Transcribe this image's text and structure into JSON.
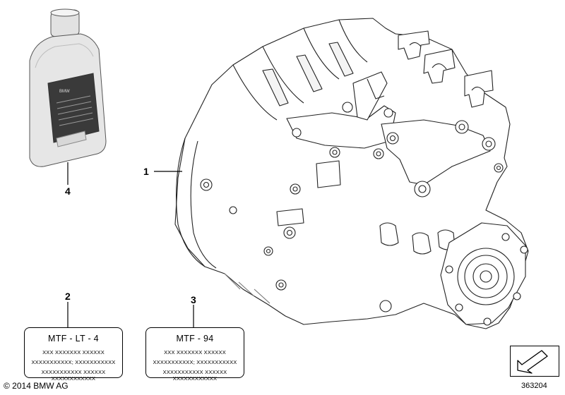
{
  "callouts": {
    "c1": "1",
    "c2": "2",
    "c3": "3",
    "c4": "4"
  },
  "labels": {
    "label2": {
      "title": "MTF - LT - 4",
      "line1": "XXX XXXXXXX XXXXXX",
      "line2": "XXXXXXXXXXX; XXXXXXXXXXX",
      "line3": "XXXXXXXXXXX XXXXXX XXXXXXXXXXXX"
    },
    "label3": {
      "title": "MTF - 94",
      "line1": "XXX XXXXXXX XXXXXX",
      "line2": "XXXXXXXXXXX; XXXXXXXXXXX",
      "line3": "XXXXXXXXXXX XXXXXX XXXXXXXXXXXX"
    }
  },
  "bottle_label_text": "BMW",
  "footer": {
    "copyright": "© 2014 BMW AG",
    "doc_number": "363204"
  },
  "icons": {
    "nav": "arrow-down-left-icon"
  }
}
